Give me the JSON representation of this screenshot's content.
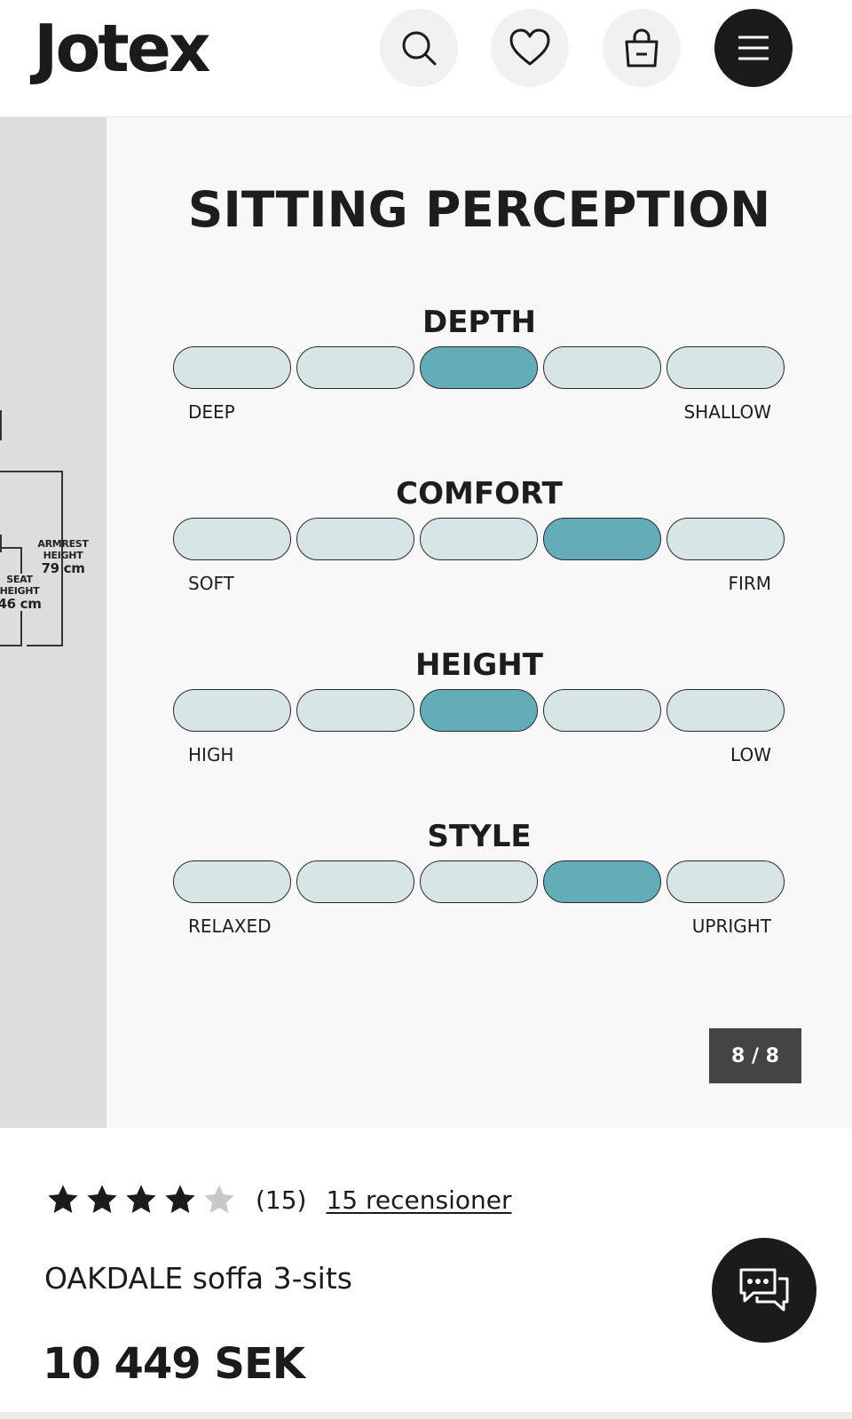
{
  "header": {
    "logo": "Jotex",
    "icons": [
      "search-icon",
      "heart-icon",
      "bag-icon",
      "menu-icon"
    ]
  },
  "prev_slide": {
    "armrest_label_1": "ARMREST",
    "armrest_label_2": "HEIGHT",
    "armrest_value": "79 cm",
    "seat_label_1": "SEAT",
    "seat_label_2": "HEIGHT",
    "seat_value": "46 cm"
  },
  "slide": {
    "title": "SITTING PERCEPTION",
    "scales": [
      {
        "name": "DEPTH",
        "left": "DEEP",
        "right": "SHALLOW",
        "selected": 3,
        "steps": 5
      },
      {
        "name": "COMFORT",
        "left": "SOFT",
        "right": "FIRM",
        "selected": 4,
        "steps": 5
      },
      {
        "name": "HEIGHT",
        "left": "HIGH",
        "right": "LOW",
        "selected": 3,
        "steps": 5
      },
      {
        "name": "STYLE",
        "left": "RELAXED",
        "right": "UPRIGHT",
        "selected": 4,
        "steps": 5
      }
    ],
    "counter": "8 / 8"
  },
  "colors": {
    "pill_off": "#d8e5e7",
    "pill_on": "#62adb8",
    "dark": "#1b1b1b"
  },
  "product": {
    "rating": 4,
    "rating_max": 5,
    "rating_count": "(15)",
    "reviews_link": "15 recensioner",
    "name": "OAKDALE soffa 3-sits",
    "price": "10 449 SEK"
  },
  "chat": {
    "icon": "chat-icon"
  }
}
